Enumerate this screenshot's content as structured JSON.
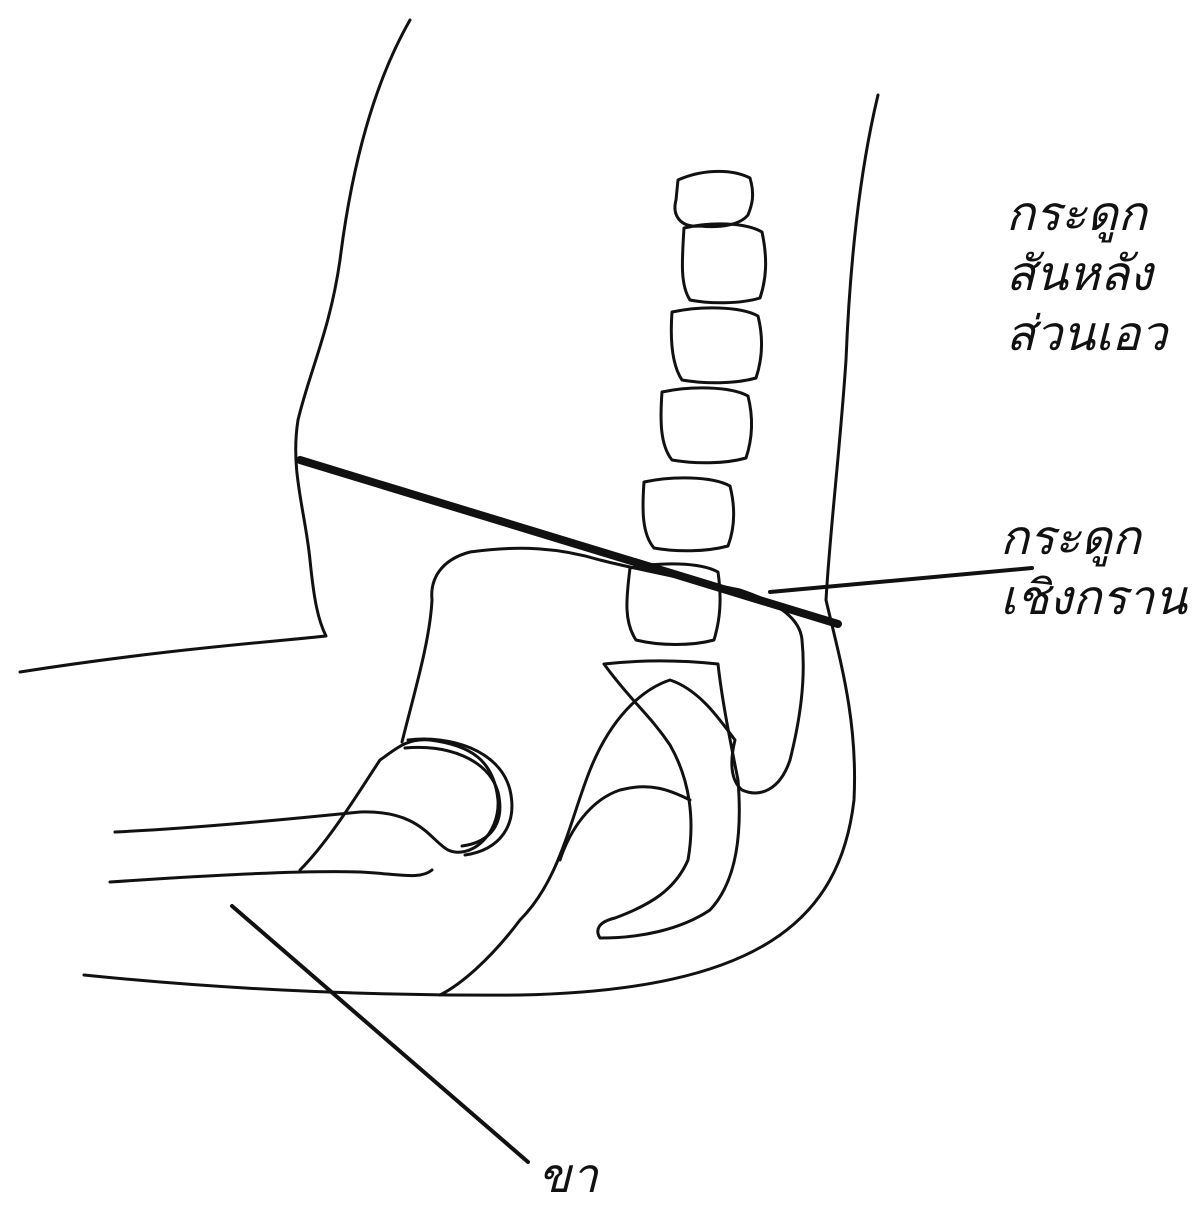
{
  "labels": {
    "lumbar_spine": [
      "กระดูก",
      "สันหลัง",
      "ส่วนเอว"
    ],
    "pelvis": [
      "กระดูก",
      "เชิงกราน"
    ],
    "leg": "ขา"
  },
  "colors": {
    "ink": "#111111",
    "background": "#ffffff"
  }
}
